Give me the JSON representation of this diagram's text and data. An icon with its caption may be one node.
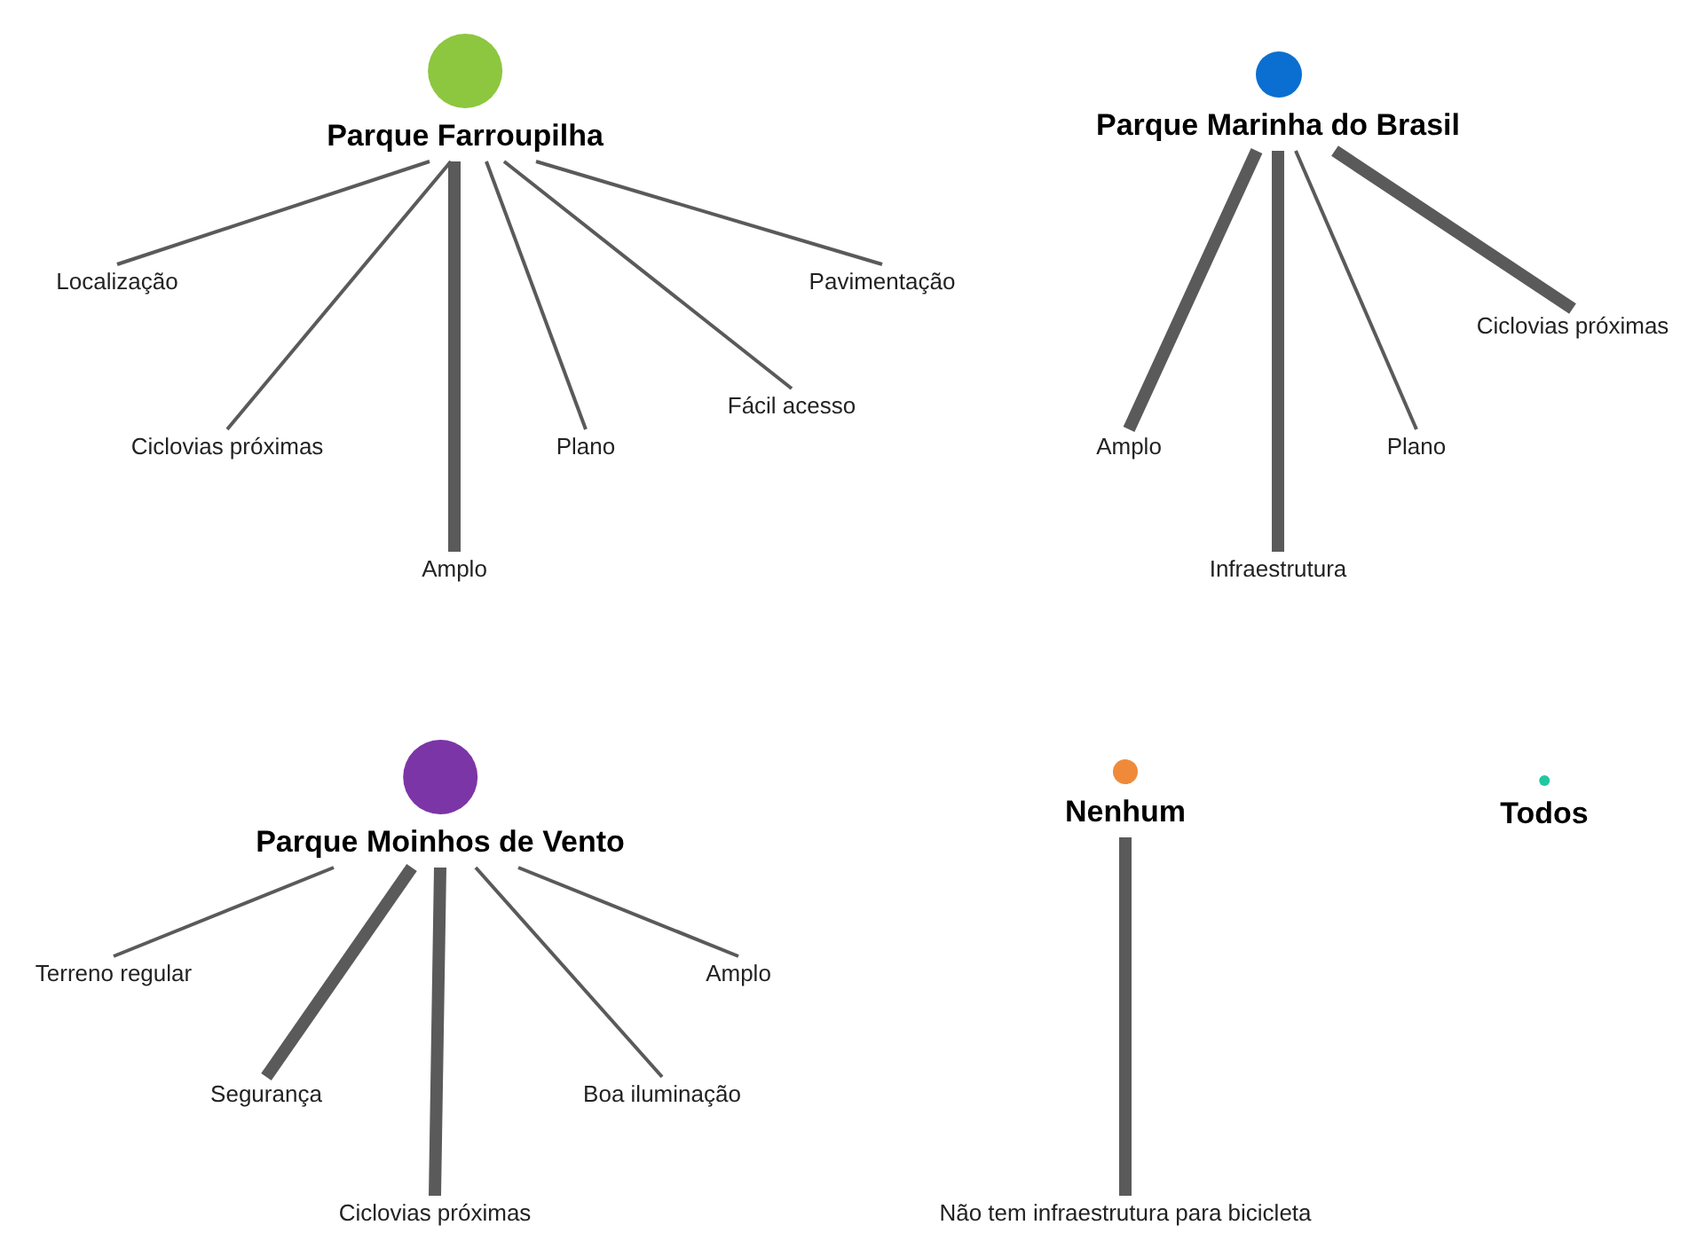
{
  "diagram": {
    "nodes": [
      {
        "text": [
          "Parque Farroupilha"
        ]
      },
      {
        "text": [
          "Localização"
        ]
      },
      {
        "text": [
          "Pavimentação"
        ]
      },
      {
        "text": [
          "Fácil acesso"
        ]
      },
      {
        "text": [
          "Ciclovias próximas"
        ]
      },
      {
        "text": [
          "Plano"
        ]
      },
      {
        "text": [
          "Amplo"
        ]
      },
      {
        "text": [
          "Parque Marinha do Brasil"
        ]
      },
      {
        "text": [
          "Ciclovias próximas"
        ]
      },
      {
        "text": [
          "Amplo"
        ]
      },
      {
        "text": [
          "Plano"
        ]
      },
      {
        "text": [
          "Infraestrutura"
        ]
      },
      {
        "text": [
          "Parque Moinhos de Vento"
        ]
      },
      {
        "text": [
          "Nenhum"
        ]
      },
      {
        "text": [
          "Todos"
        ]
      },
      {
        "text": [
          "Terreno regular"
        ]
      },
      {
        "text": [
          "Amplo"
        ]
      },
      {
        "text": [
          "Segurança"
        ]
      },
      {
        "text": [
          "Boa iluminação"
        ]
      },
      {
        "text": [
          "Ciclovias próximas"
        ]
      },
      {
        "text": [
          "Não tem infraestrutura para bicicleta"
        ]
      }
    ],
    "edges": [
      {
        "from": 0,
        "to": 1,
        "arrow": "none"
      },
      {
        "from": 0,
        "to": 4,
        "arrow": "none"
      },
      {
        "from": 0,
        "to": 6,
        "arrow": "none",
        "style": "thick"
      },
      {
        "from": 0,
        "to": 5,
        "arrow": "none"
      },
      {
        "from": 0,
        "to": 3,
        "arrow": "none"
      },
      {
        "from": 0,
        "to": 2,
        "arrow": "none"
      },
      {
        "from": 7,
        "to": 9,
        "arrow": "none",
        "style": "thick"
      },
      {
        "from": 7,
        "to": 11,
        "arrow": "none",
        "style": "thick"
      },
      {
        "from": 7,
        "to": 10,
        "arrow": "none"
      },
      {
        "from": 7,
        "to": 8,
        "arrow": "none",
        "style": "thick"
      },
      {
        "from": 12,
        "to": 15,
        "arrow": "none"
      },
      {
        "from": 12,
        "to": 17,
        "arrow": "none",
        "style": "thick"
      },
      {
        "from": 12,
        "to": 19,
        "arrow": "none",
        "style": "thick"
      },
      {
        "from": 12,
        "to": 18,
        "arrow": "none"
      },
      {
        "from": 12,
        "to": 16,
        "arrow": "none"
      },
      {
        "from": 13,
        "to": 20,
        "arrow": "none",
        "style": "thick"
      }
    ]
  }
}
